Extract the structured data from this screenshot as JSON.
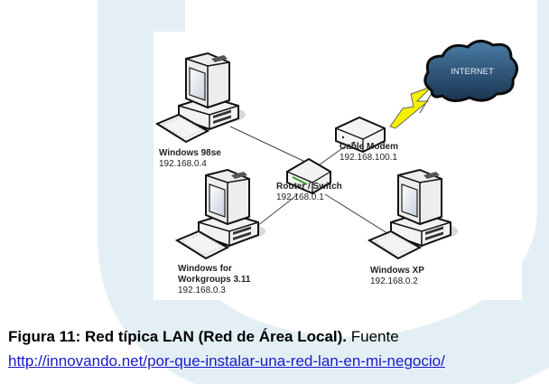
{
  "diagram": {
    "title": "Red típica LAN",
    "nodes": [
      {
        "id": "win98",
        "name": "Windows 98se",
        "ip": "192.168.0.4",
        "type": "computer"
      },
      {
        "id": "wfw",
        "name_line1": "Windows for",
        "name_line2": "Workgroups 3.11",
        "ip": "192.168.0.3",
        "type": "computer"
      },
      {
        "id": "winxp",
        "name": "Windows XP",
        "ip": "192.168.0.2",
        "type": "computer"
      },
      {
        "id": "router",
        "name": "Router / Switch",
        "ip": "192.168.0.1",
        "type": "router"
      },
      {
        "id": "modem",
        "name": "Cable Modem",
        "ip": "192.168.100.1",
        "type": "modem"
      },
      {
        "id": "internet",
        "name": "INTERNET",
        "type": "cloud"
      }
    ],
    "links": [
      [
        "win98",
        "router"
      ],
      [
        "wfw",
        "router"
      ],
      [
        "winxp",
        "router"
      ],
      [
        "router",
        "modem"
      ],
      [
        "modem",
        "internet"
      ]
    ]
  },
  "caption": {
    "bold": "Figura 11: Red típica LAN (Red de Área Local).",
    "normal": " Fuente",
    "link": "http://innovando.net/por-que-instalar-una-red-lan-en-mi-negocio/"
  },
  "colors": {
    "watermark": "#e4eff5",
    "link": "#1a1ac8",
    "cloud": "#2f5a80",
    "lightning": "#f5f000"
  }
}
